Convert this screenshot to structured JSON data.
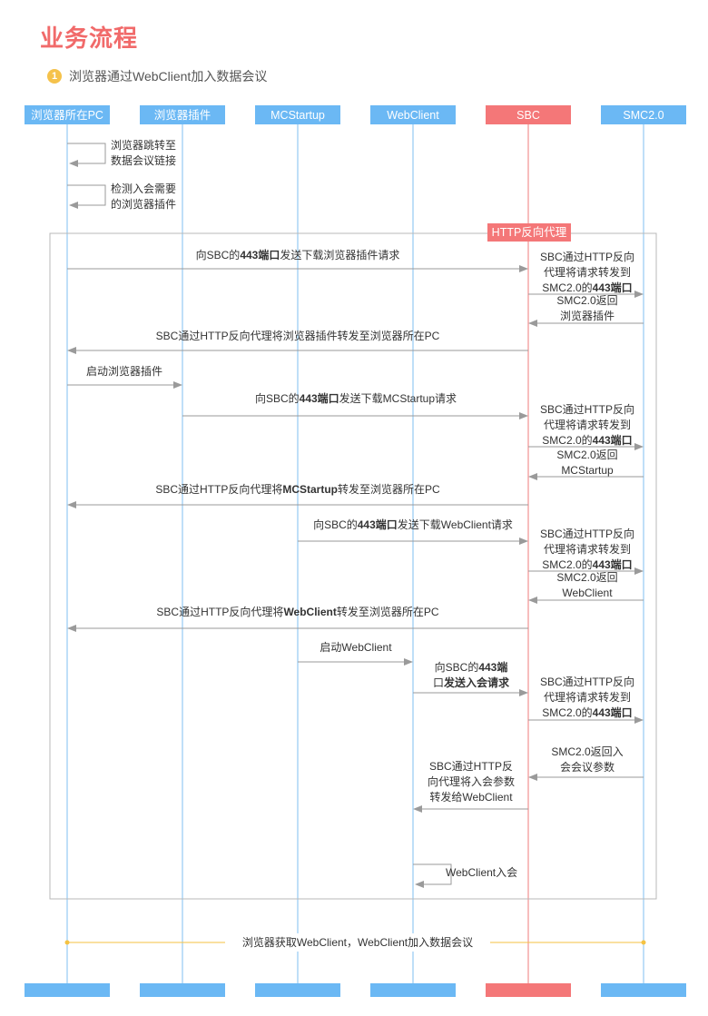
{
  "title": "业务流程",
  "step": {
    "number": "1",
    "text": "浏览器通过WebClient加入数据会议"
  },
  "colors": {
    "participant": "#6bb8f4",
    "sbc": "#f47778",
    "lifeline_blue": "#7fbff0",
    "lifeline_red": "#ef7b7b",
    "arrow": "#9a9a9a",
    "final_line": "#f5c242",
    "title": "#f16a6a"
  },
  "participants": [
    "浏览器所在PC",
    "浏览器插件",
    "MCStartup",
    "WebClient",
    "SBC",
    "SMC2.0"
  ],
  "frame_label": "HTTP反向代理",
  "messages": [
    {
      "from": 0,
      "to": 0,
      "self": true,
      "lines": [
        [
          "浏览器跳转至"
        ],
        [
          "数据会议链接"
        ]
      ]
    },
    {
      "from": 0,
      "to": 0,
      "self": true,
      "lines": [
        [
          "检测入会需要"
        ],
        [
          "的浏览器插件"
        ]
      ]
    },
    {
      "from": 0,
      "to": 4,
      "lines": [
        [
          "向SBC的",
          "443端口",
          "发送下载浏览器插件请求"
        ]
      ]
    },
    {
      "from": 4,
      "to": 5,
      "lines": [
        [
          "SBC通过HTTP反向"
        ],
        [
          "代理将请求转发到"
        ],
        [
          "SMC2.0的",
          "443端口"
        ]
      ]
    },
    {
      "from": 5,
      "to": 4,
      "lines": [
        [
          "SMC2.0返回"
        ],
        [
          "浏览器插件"
        ]
      ]
    },
    {
      "from": 4,
      "to": 0,
      "lines": [
        [
          "SBC通过HTTP反向代理将浏览器插件转发至浏览器所在PC"
        ]
      ]
    },
    {
      "from": 0,
      "to": 1,
      "lines": [
        [
          "启动浏览器插件"
        ]
      ]
    },
    {
      "from": 1,
      "to": 4,
      "lines": [
        [
          "向SBC的",
          "443端口",
          "发送下载MCStartup请求"
        ]
      ]
    },
    {
      "from": 4,
      "to": 5,
      "lines": [
        [
          "SBC通过HTTP反向"
        ],
        [
          "代理将请求转发到"
        ],
        [
          "SMC2.0的",
          "443端口"
        ]
      ]
    },
    {
      "from": 5,
      "to": 4,
      "lines": [
        [
          "SMC2.0返回"
        ],
        [
          "MCStartup"
        ]
      ]
    },
    {
      "from": 4,
      "to": 0,
      "lines": [
        [
          "SBC通过HTTP反向代理将",
          "MCStartup",
          "转发至浏览器所在PC"
        ]
      ]
    },
    {
      "from": 2,
      "to": 4,
      "lines": [
        [
          "向SBC的",
          "443端口",
          "发送下载WebClient请求"
        ]
      ]
    },
    {
      "from": 4,
      "to": 5,
      "lines": [
        [
          "SBC通过HTTP反向"
        ],
        [
          "代理将请求转发到"
        ],
        [
          "SMC2.0的",
          "443端口"
        ]
      ]
    },
    {
      "from": 5,
      "to": 4,
      "lines": [
        [
          "SMC2.0返回"
        ],
        [
          "WebClient"
        ]
      ]
    },
    {
      "from": 4,
      "to": 0,
      "lines": [
        [
          "SBC通过HTTP反向代理将",
          "WebClient",
          "转发至浏览器所在PC"
        ]
      ]
    },
    {
      "from": 2,
      "to": 3,
      "lines": [
        [
          "启动WebClient"
        ]
      ]
    },
    {
      "from": 3,
      "to": 4,
      "lines": [
        [
          "向SBC的",
          "443端"
        ],
        [
          "口",
          "发送入会请求"
        ]
      ]
    },
    {
      "from": 4,
      "to": 5,
      "lines": [
        [
          "SBC通过HTTP反向"
        ],
        [
          "代理将请求转发到"
        ],
        [
          "SMC2.0的",
          "443端口"
        ]
      ]
    },
    {
      "from": 5,
      "to": 4,
      "lines": [
        [
          "SMC2.0返回入"
        ],
        [
          "会会议参数"
        ]
      ]
    },
    {
      "from": 4,
      "to": 3,
      "lines": [
        [
          "SBC通过HTTP反"
        ],
        [
          "向代理将入会参数"
        ],
        [
          "转发给WebClient"
        ]
      ]
    },
    {
      "from": 3,
      "to": 3,
      "self": true,
      "lines": [
        [
          "WebClient入会"
        ]
      ]
    }
  ],
  "final_message": "浏览器获取WebClient，WebClient加入数据会议"
}
